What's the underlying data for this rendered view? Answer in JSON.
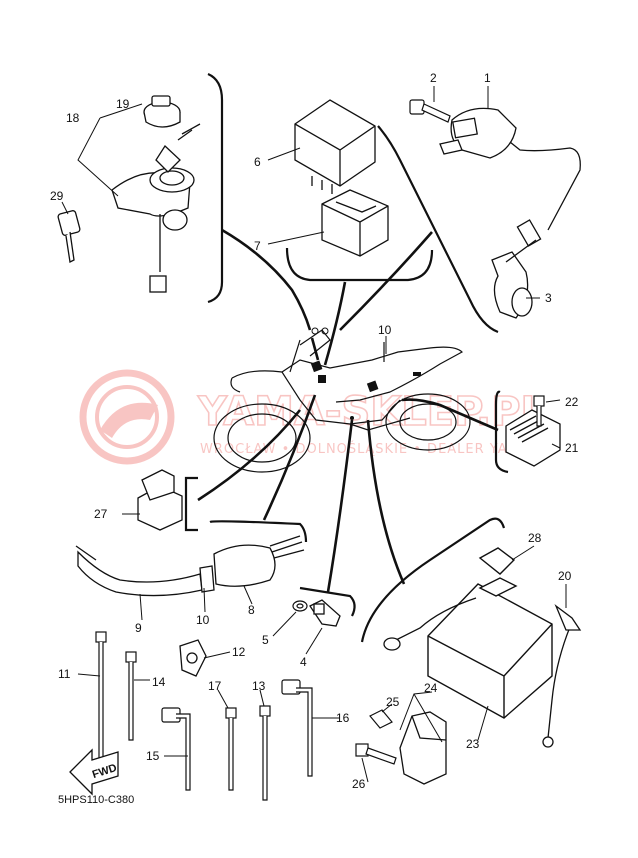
{
  "diagram_code": "5HPS110-C380",
  "fwd_label": "FWD",
  "watermark": {
    "brand": "YAMA-SKLEP.PL",
    "tagline": "WROCŁAW • DOLNOŚLĄSKIE • DEALER YAMAHA",
    "color": "#e8332a"
  },
  "line_color": "#111111",
  "parts": [
    {
      "id": "p1",
      "number": "1"
    },
    {
      "id": "p2",
      "number": "2"
    },
    {
      "id": "p3",
      "number": "3"
    },
    {
      "id": "p4",
      "number": "4"
    },
    {
      "id": "p5",
      "number": "5"
    },
    {
      "id": "p6",
      "number": "6"
    },
    {
      "id": "p7",
      "number": "7"
    },
    {
      "id": "p8",
      "number": "8"
    },
    {
      "id": "p9",
      "number": "9"
    },
    {
      "id": "p10a",
      "number": "10"
    },
    {
      "id": "p10b",
      "number": "10"
    },
    {
      "id": "p11",
      "number": "11"
    },
    {
      "id": "p12",
      "number": "12"
    },
    {
      "id": "p13",
      "number": "13"
    },
    {
      "id": "p14",
      "number": "14"
    },
    {
      "id": "p15",
      "number": "15"
    },
    {
      "id": "p16",
      "number": "16"
    },
    {
      "id": "p17",
      "number": "17"
    },
    {
      "id": "p18",
      "number": "18"
    },
    {
      "id": "p19",
      "number": "19"
    },
    {
      "id": "p20",
      "number": "20"
    },
    {
      "id": "p21",
      "number": "21"
    },
    {
      "id": "p22",
      "number": "22"
    },
    {
      "id": "p23",
      "number": "23"
    },
    {
      "id": "p24",
      "number": "24"
    },
    {
      "id": "p25",
      "number": "25"
    },
    {
      "id": "p26",
      "number": "26"
    },
    {
      "id": "p27",
      "number": "27"
    },
    {
      "id": "p28",
      "number": "28"
    },
    {
      "id": "p29",
      "number": "29"
    }
  ]
}
